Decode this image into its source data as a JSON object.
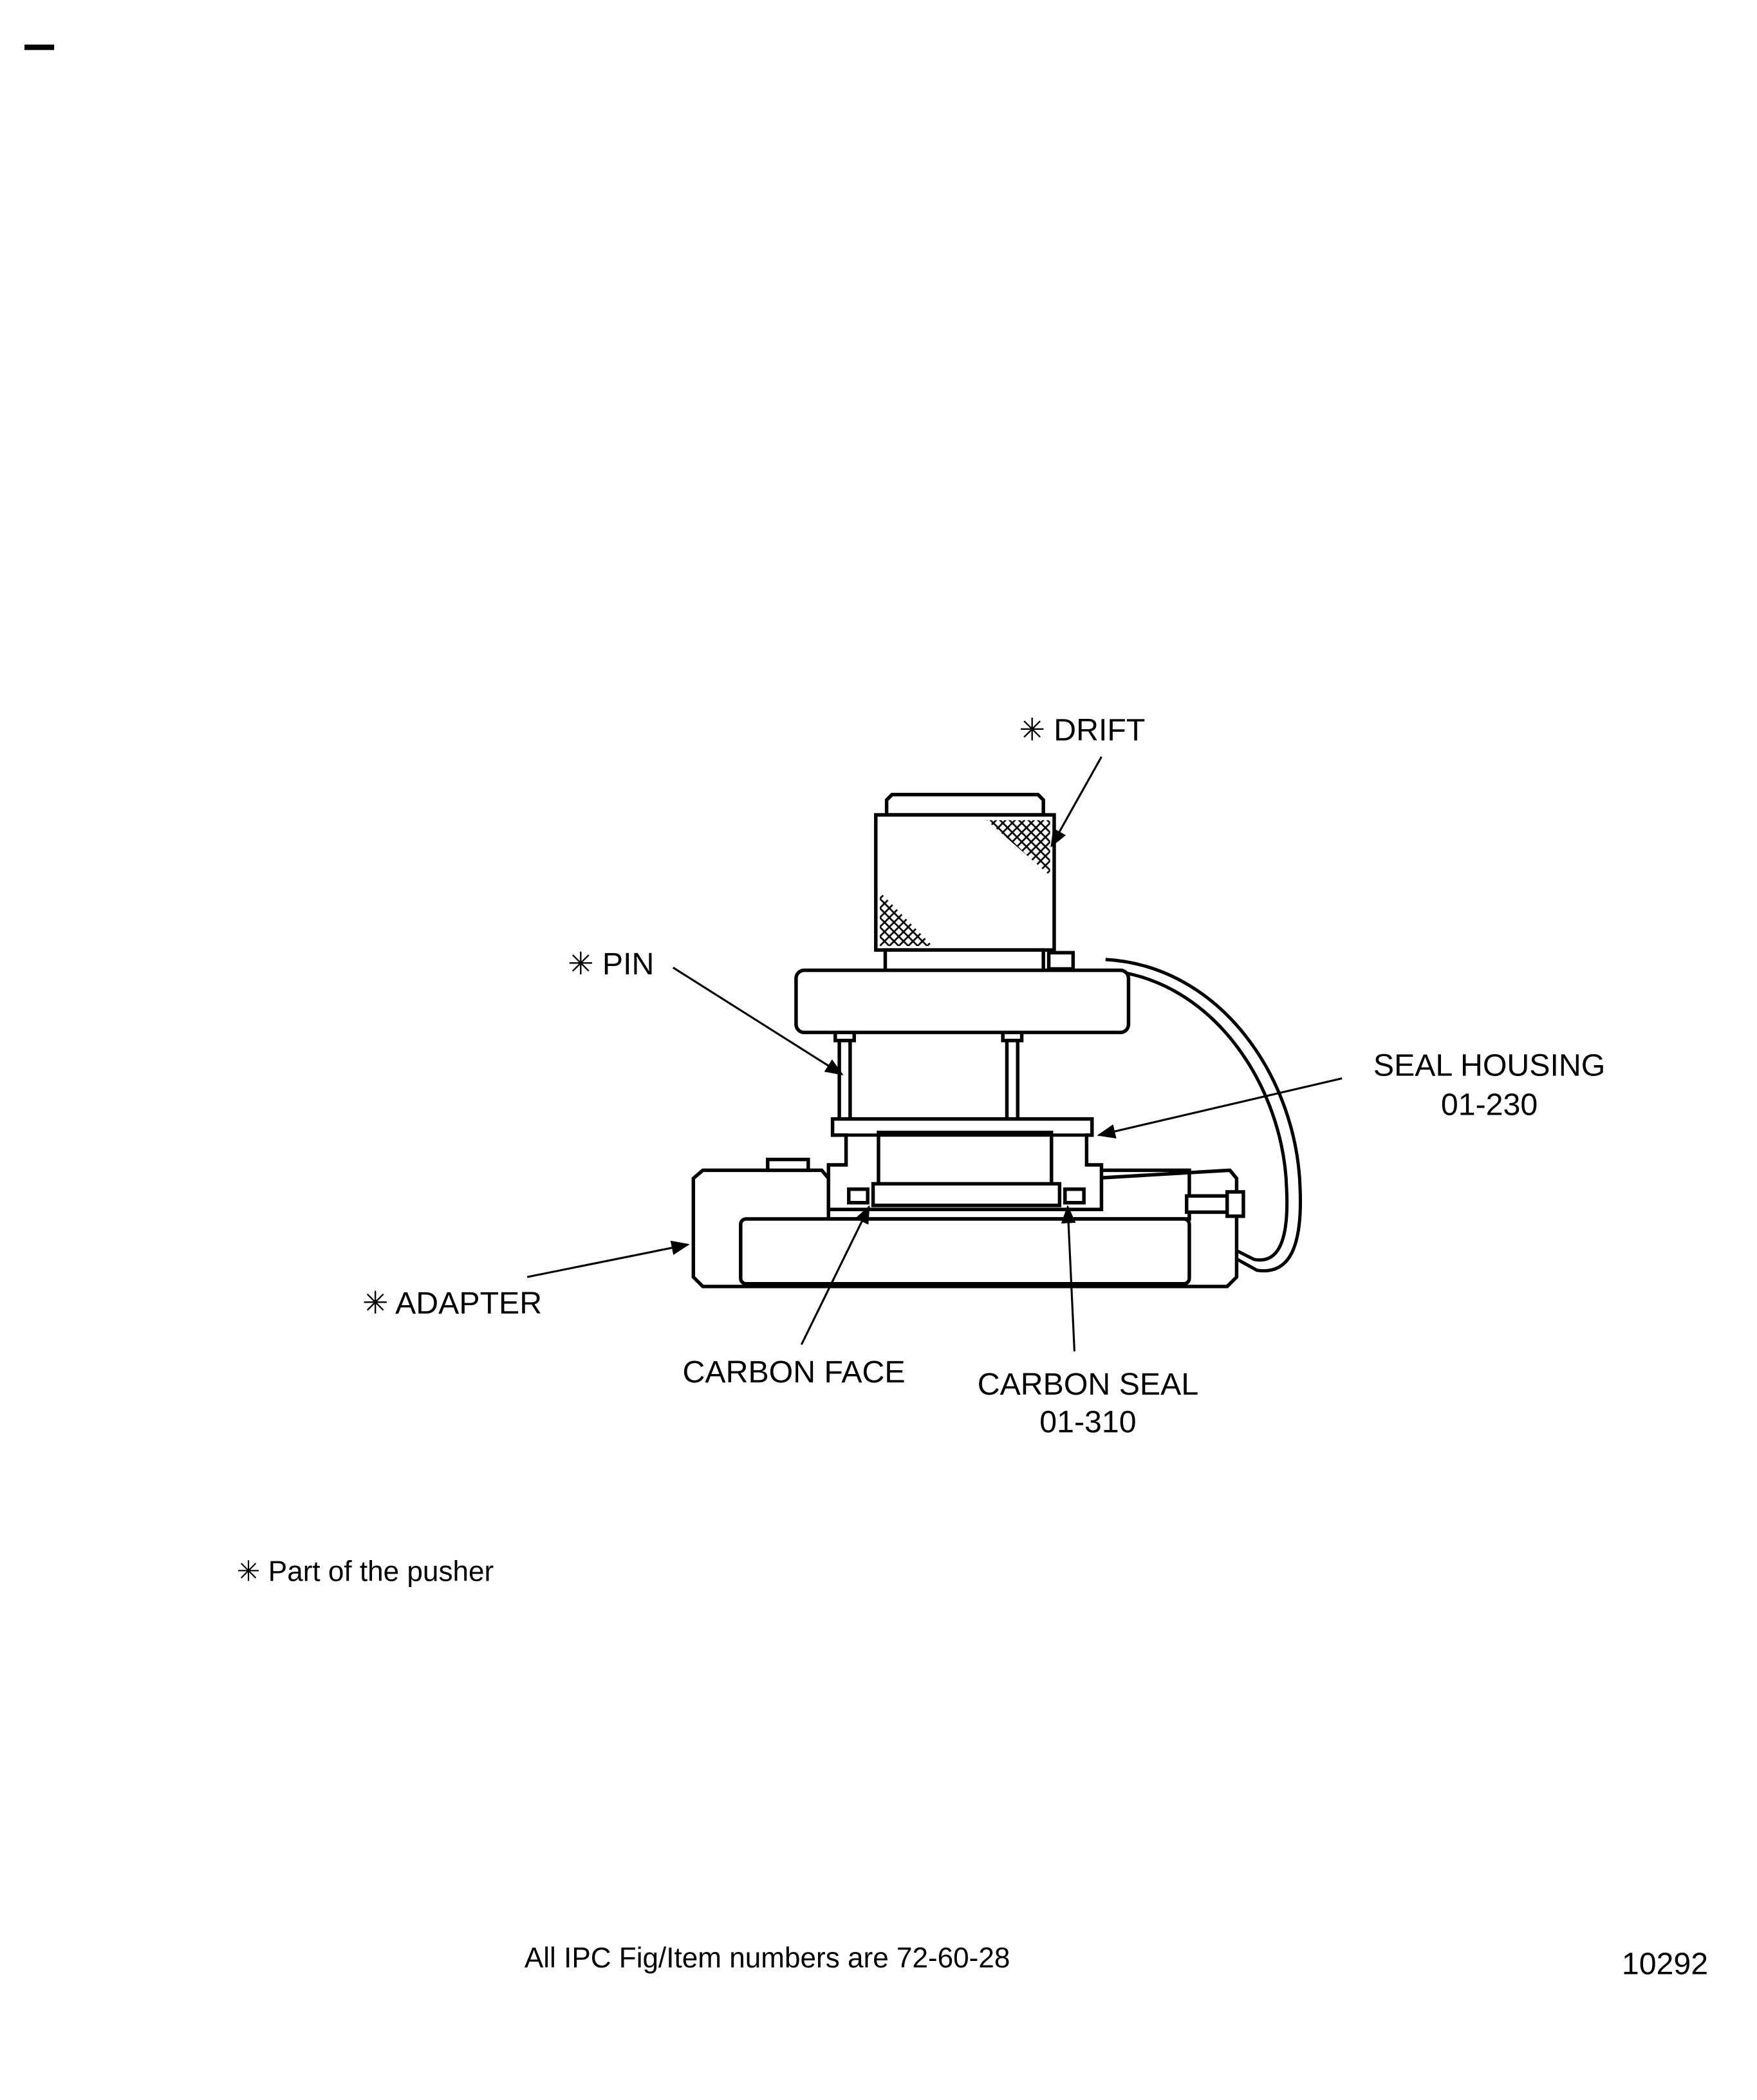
{
  "labels": {
    "drift": "✳ DRIFT",
    "pin": "✳ PIN",
    "seal_housing": "SEAL HOUSING",
    "seal_housing_number": "01-230",
    "adapter": "✳ ADAPTER",
    "carbon_face": "CARBON FACE",
    "carbon_seal": "CARBON SEAL",
    "carbon_seal_number": "01-310"
  },
  "footnote": "✳ Part of the pusher",
  "footer": {
    "ipc_note": "All IPC Fig/Item numbers are 72-60-28",
    "figure_number": "10292"
  }
}
